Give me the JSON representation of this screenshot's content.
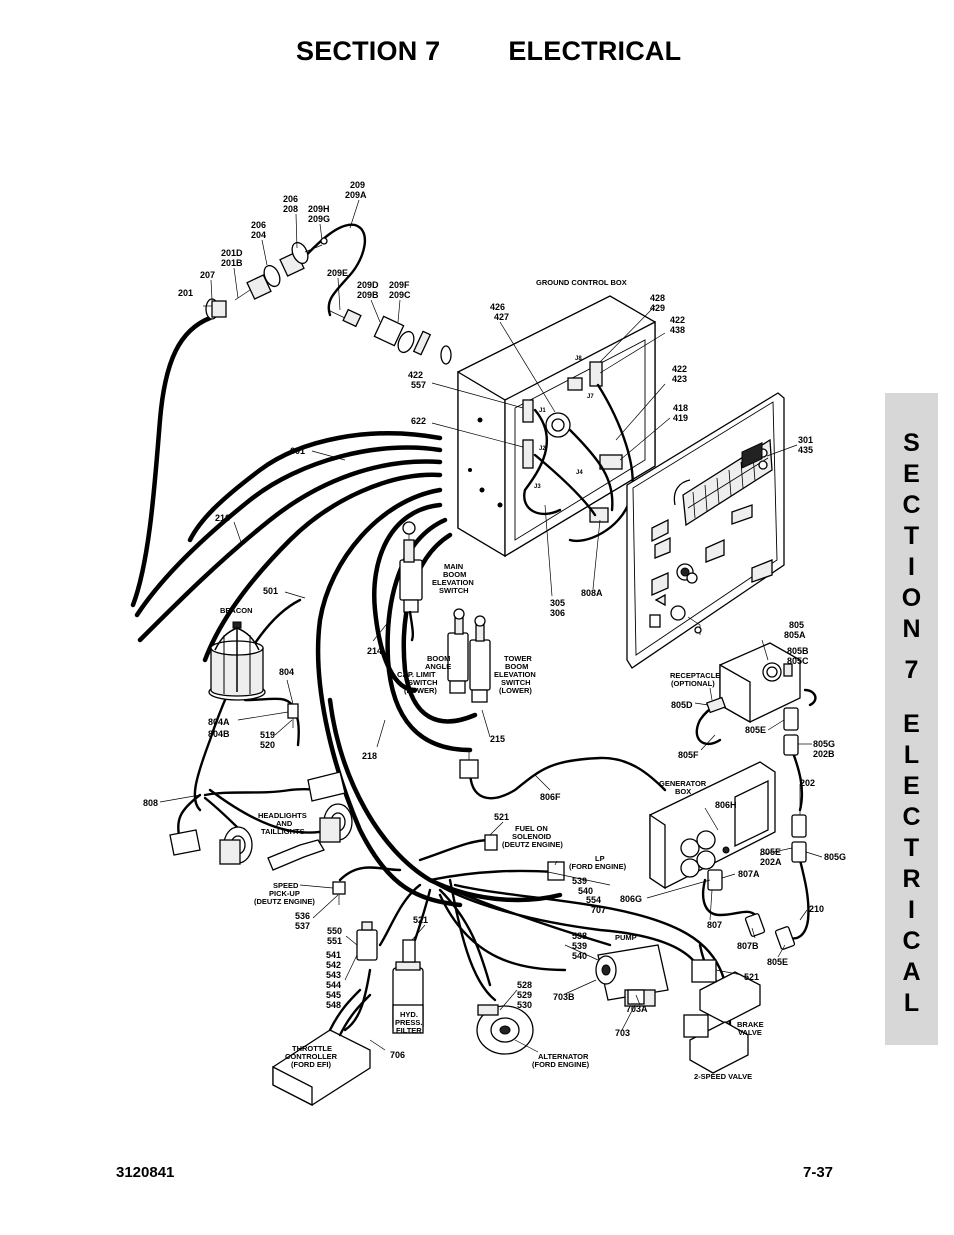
{
  "header": {
    "section": "SECTION 7",
    "title": "ELECTRICAL"
  },
  "side_tab": {
    "letters": [
      "S",
      "E",
      "C",
      "T",
      "I",
      "O",
      "N",
      "7",
      "E",
      "L",
      "E",
      "C",
      "T",
      "R",
      "I",
      "C",
      "A",
      "L"
    ]
  },
  "footer": {
    "doc_number": "3120841",
    "page_number": "7-37"
  },
  "labels": {
    "l209": "209",
    "l209A": "209A",
    "l206a": "206",
    "l208": "208",
    "l209H": "209H",
    "l209G": "209G",
    "l206b": "206",
    "l204": "204",
    "l201D": "201D",
    "l201B": "201B",
    "l207": "207",
    "l201": "201",
    "l209E": "209E",
    "l209D": "209D",
    "l209B": "209B",
    "l209F": "209F",
    "l209C": "209C",
    "ground_control_box": "GROUND CONTROL BOX",
    "l426": "426",
    "l427": "427",
    "l428": "428",
    "l429": "429",
    "l422a": "422",
    "l438": "438",
    "l422b": "422",
    "l557": "557",
    "l422c": "422",
    "l423": "423",
    "l418": "418",
    "l419": "419",
    "l622": "622",
    "l601": "601",
    "l301": "301",
    "l435": "435",
    "l216": "216",
    "l501": "501",
    "main_boom_1": "MAIN",
    "main_boom_2": "BOOM",
    "main_boom_3": "ELEVATION",
    "main_boom_4": "SWITCH",
    "l305": "305",
    "l306": "306",
    "l808A": "808A",
    "beacon": "BEACON",
    "l214": "214",
    "boom_angle_1": "BOOM",
    "boom_angle_2": "ANGLE",
    "boom_angle_3": "CAP. LIMIT",
    "boom_angle_4": "SWITCH",
    "boom_angle_5": "(LOWER)",
    "tower_boom_1": "TOWER",
    "tower_boom_2": "BOOM",
    "tower_boom_3": "ELEVATION",
    "tower_boom_4": "SWITCH",
    "tower_boom_5": "(LOWER)",
    "l804": "804",
    "l804A": "804A",
    "l804B": "804B",
    "l519": "519",
    "l520": "520",
    "l805": "805",
    "l805A": "805A",
    "l805B": "805B",
    "l805C": "805C",
    "receptacle_1": "RECEPTACLE",
    "receptacle_2": "(OPTIONAL)",
    "l805D": "805D",
    "l805E": "805E",
    "l805F": "805F",
    "l805G": "805G",
    "l202B": "202B",
    "l218": "218",
    "l215": "215",
    "l806F": "806F",
    "l808": "808",
    "generator_1": "GENERATOR",
    "generator_2": "BOX",
    "l806H": "806H",
    "l202": "202",
    "headlights_1": "HEADLIGHTS",
    "headlights_2": "AND",
    "headlights_3": "TAILLIGHTS",
    "l521a": "521",
    "fuel_1": "FUEL ON",
    "fuel_2": "SOLENOID",
    "fuel_3": "(DEUTZ ENGINE)",
    "lp_1": "LP",
    "lp_2": "(FORD ENGINE)",
    "l805E2": "805E",
    "l202A": "202A",
    "l805G2": "805G",
    "speed_1": "SPEED",
    "speed_2": "PICK-UP",
    "speed_3": "(DEUTZ ENGINE)",
    "l539a": "539",
    "l540a": "540",
    "l554": "554",
    "l707": "707",
    "l806G": "806G",
    "l807A": "807A",
    "l210": "210",
    "l536": "536",
    "l537": "537",
    "l550": "550",
    "l551": "551",
    "l521b": "521",
    "l807": "807",
    "l538": "538",
    "l539b": "539",
    "l540b": "540",
    "pump": "PUMP",
    "l807B": "807B",
    "l805E3": "805E",
    "l541": "541",
    "l542": "542",
    "l543": "543",
    "l544": "544",
    "l545": "545",
    "l548": "548",
    "l528": "528",
    "l529": "529",
    "l530": "530",
    "l703B": "703B",
    "l521c": "521",
    "hyd_1": "HYD.",
    "hyd_2": "PRESS.",
    "hyd_3": "FILTER",
    "l703A": "703A",
    "brake_1": "BRAKE",
    "brake_2": "VALVE",
    "throttle_1": "THROTTLE",
    "throttle_2": "CONTROLLER",
    "throttle_3": "(FORD EFI)",
    "l706": "706",
    "alt_1": "ALTERNATOR",
    "alt_2": "(FORD ENGINE)",
    "l703": "703",
    "two_speed": "2-SPEED VALVE",
    "j8": "J8",
    "j7": "J7",
    "j1": "J1",
    "j2": "J2",
    "j3": "J3",
    "j4": "J4"
  }
}
